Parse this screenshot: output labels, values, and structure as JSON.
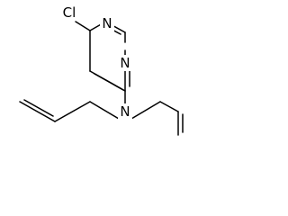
{
  "molecule": {
    "atoms": {
      "chlorine": "Cl",
      "nitrogen_ring_top": "N",
      "nitrogen_ring_bottom": "N",
      "nitrogen_amine": "N"
    }
  }
}
